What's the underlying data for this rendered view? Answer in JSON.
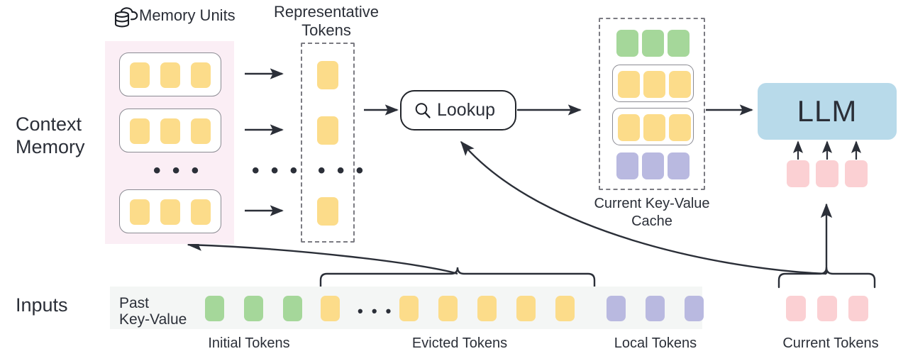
{
  "diagram": {
    "title": "Context Memory LLM KV-cache lookup architecture",
    "side_labels": {
      "context_memory_line1": "Context",
      "context_memory_line2": "Memory",
      "inputs": "Inputs"
    },
    "headings": {
      "memory_units": "Memory Units",
      "representative_tokens_line1": "Representative",
      "representative_tokens_line2": "Tokens",
      "current_kv_cache_line1": "Current Key-Value",
      "current_kv_cache_line2": "Cache"
    },
    "lookup": {
      "label": "Lookup",
      "icon": "magnifier-icon"
    },
    "llm": {
      "label": "LLM"
    },
    "memory_units": {
      "icon": "cloud-database-icon",
      "rows": [
        {
          "tokens": [
            "yellow",
            "yellow",
            "yellow"
          ]
        },
        {
          "tokens": [
            "yellow",
            "yellow",
            "yellow"
          ]
        },
        {
          "tokens": [
            "yellow",
            "yellow",
            "yellow"
          ]
        }
      ],
      "ellipsis": "• • •"
    },
    "representative_tokens": {
      "tokens": [
        "yellow",
        "yellow",
        "yellow"
      ],
      "ellipsis": "• • •"
    },
    "transfer_ellipsis": "• • •",
    "kv_cache": {
      "rows": [
        {
          "kind": "plain",
          "tokens": [
            "green",
            "green",
            "green"
          ]
        },
        {
          "kind": "grouped",
          "tokens": [
            "yellow",
            "yellow",
            "yellow"
          ]
        },
        {
          "kind": "grouped",
          "tokens": [
            "yellow",
            "yellow",
            "yellow"
          ]
        },
        {
          "kind": "plain",
          "tokens": [
            "purple",
            "purple",
            "purple"
          ]
        }
      ]
    },
    "llm_inputs": {
      "tokens": [
        "red",
        "red",
        "red"
      ]
    },
    "inputs_row": {
      "past_key_value_line1": "Past",
      "past_key_value_line2": "Key-Value",
      "ellipsis": "• • •",
      "tokens": [
        "green",
        "green",
        "green",
        "yellow",
        "ellipsis",
        "yellow",
        "yellow",
        "yellow",
        "yellow",
        "yellow",
        "purple",
        "purple",
        "purple"
      ]
    },
    "current_tokens_row": {
      "tokens": [
        "red",
        "red",
        "red"
      ]
    },
    "bottom_labels": [
      {
        "name": "initial-tokens",
        "text": "Initial Tokens"
      },
      {
        "name": "evicted-tokens",
        "text": "Evicted Tokens"
      },
      {
        "name": "local-tokens",
        "text": "Local Tokens"
      },
      {
        "name": "current-tokens",
        "text": "Current Tokens"
      }
    ],
    "colors": {
      "yellow": "#fcdc8a",
      "green": "#a5d79a",
      "purple": "#b9b9e0",
      "red": "#fbd0d3",
      "llm_blue": "#b8daea",
      "pink_panel": "#fbeef5",
      "input_strip": "#f4f6f5",
      "stroke": "#2b2f38",
      "dashed_stroke": "#7b7b82"
    }
  }
}
